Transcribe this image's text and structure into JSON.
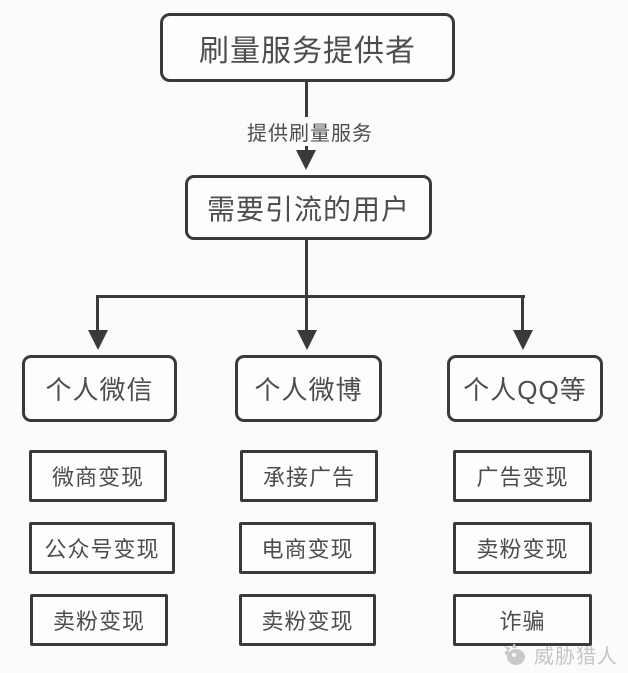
{
  "diagram": {
    "root": {
      "label": "刷量服务提供者"
    },
    "edge": {
      "label": "提供刷量服务"
    },
    "hub": {
      "label": "需要引流的用户"
    },
    "branches": [
      {
        "label": "个人微信",
        "children": [
          "微商变现",
          "公众号变现",
          "卖粉变现"
        ]
      },
      {
        "label": "个人微博",
        "children": [
          "承接广告",
          "电商变现",
          "卖粉变现"
        ]
      },
      {
        "label": "个人QQ等",
        "children": [
          "广告变现",
          "卖粉变现",
          "诈骗"
        ]
      }
    ]
  },
  "watermark": {
    "text": "威胁猎人",
    "logo_icon": "threat-hunter-logo-icon"
  },
  "colors": {
    "line": "#3a3a3a",
    "text": "#4d4d4d",
    "box_fill": "#fdfdfd",
    "background": "#fbfbfb",
    "watermark": "#c5c5c5"
  }
}
